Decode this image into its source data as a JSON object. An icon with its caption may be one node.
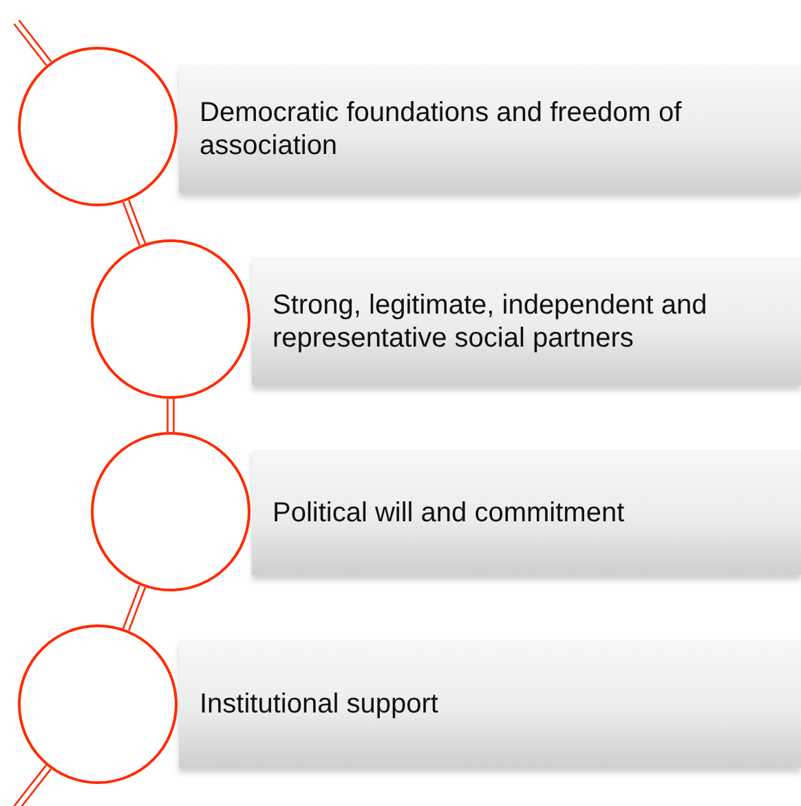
{
  "diagram": {
    "nodes": [
      {
        "text": [],
        "shape": "circle"
      },
      {
        "text": [
          "Democratic foundations and freedom of association"
        ]
      },
      {
        "text": [],
        "shape": "circle"
      },
      {
        "text": [
          "Strong, legitimate, independent and representative social partners"
        ]
      },
      {
        "text": [],
        "shape": "circle"
      },
      {
        "text": [
          "Political will and commitment"
        ]
      },
      {
        "text": [],
        "shape": "circle"
      },
      {
        "text": [
          "Institutional support"
        ]
      }
    ],
    "edges": [
      {
        "from": null,
        "to": 0,
        "arrow": "none"
      },
      {
        "from": 0,
        "to": 2,
        "arrow": "none"
      },
      {
        "from": 2,
        "to": 4,
        "arrow": "none"
      },
      {
        "from": 4,
        "to": 6,
        "arrow": "none"
      },
      {
        "from": 6,
        "to": null,
        "arrow": "none"
      }
    ]
  }
}
